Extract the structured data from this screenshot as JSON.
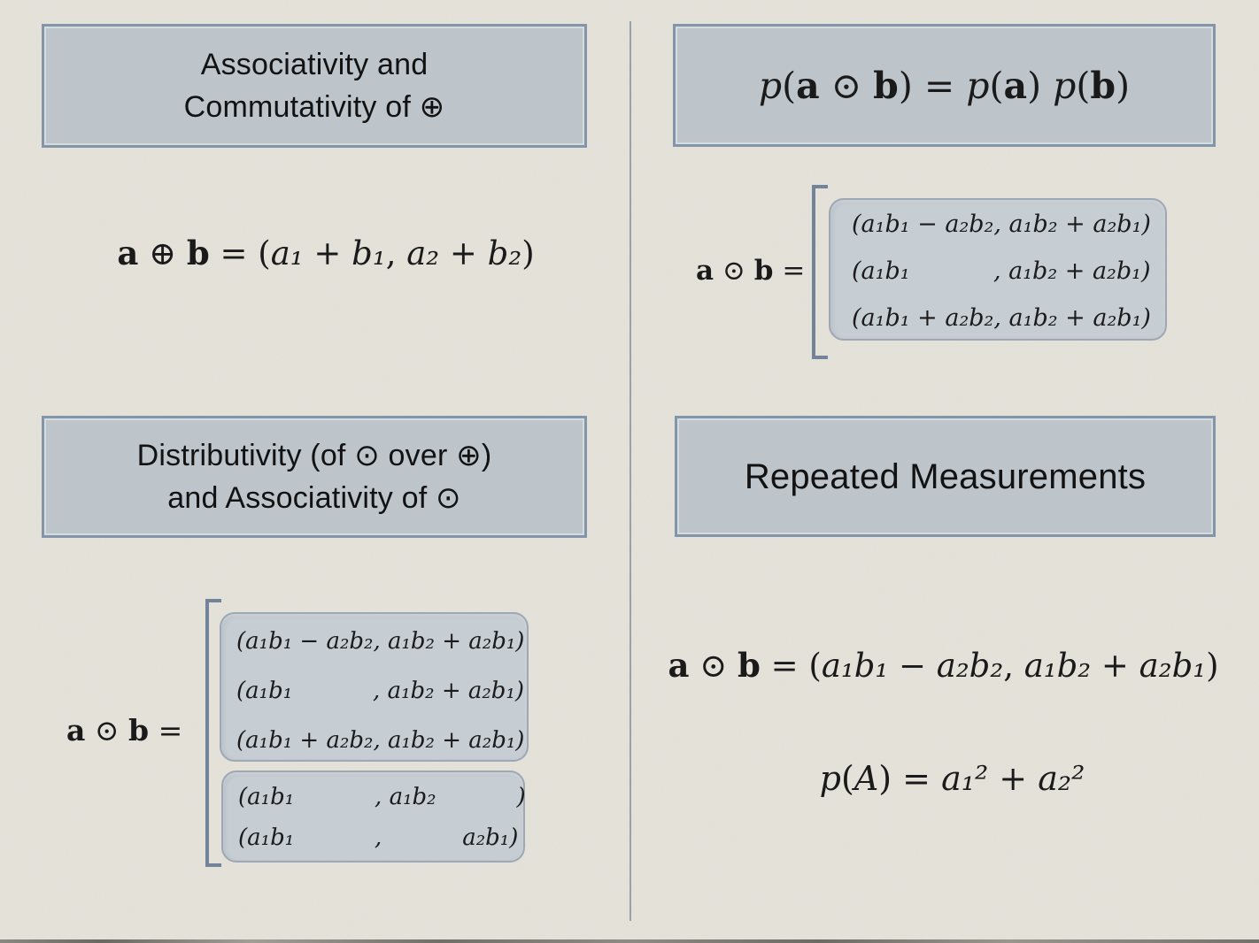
{
  "palette": {
    "paper_background": "#e5e2da",
    "panel_fill": "#bdc5cb",
    "panel_border": "#8395a8",
    "pill_fill": "#c6cdd3",
    "pill_border": "#9ca8b3",
    "bracket_color": "#73849a",
    "divider_color": "#9aa1a8",
    "text_color": "#121212"
  },
  "left": {
    "title1": {
      "lines": [
        "Associativity and",
        "Commutativity of ⊕"
      ]
    },
    "sum_formula": {
      "segments": [
        [
          "a",
          "bf"
        ],
        [
          " ⊕ ",
          "rm"
        ],
        [
          "b",
          "bf"
        ],
        [
          " = (",
          "rm"
        ],
        [
          "a₁",
          "it"
        ],
        [
          " + ",
          "rm"
        ],
        [
          "b₁",
          "it"
        ],
        [
          ", ",
          "rm"
        ],
        [
          "a₂",
          "it"
        ],
        [
          " + ",
          "rm"
        ],
        [
          "b₂",
          "it"
        ],
        [
          ")",
          "rm"
        ]
      ]
    },
    "title2": {
      "lines": [
        "Distributivity (of ⊙ over ⊕)",
        "and Associativity of ⊙"
      ]
    },
    "cases": {
      "label_segments": [
        [
          "a",
          "bf"
        ],
        [
          " ⊙ ",
          "rm"
        ],
        [
          "b",
          "bf"
        ],
        [
          " =",
          "rm"
        ]
      ],
      "box1_lines": [
        "(a₁b₁ − a₂b₂, a₁b₂ + a₂b₁)",
        "(a₁b₁           , a₁b₂ + a₂b₁)",
        "(a₁b₁ + a₂b₂, a₁b₂ + a₂b₁)"
      ],
      "box2_lines": [
        "(a₁b₁           , a₁b₂           )",
        "(a₁b₁           ,           a₂b₁)"
      ]
    }
  },
  "right": {
    "born_rule": {
      "segments": [
        [
          "p",
          "it"
        ],
        [
          "(",
          "rm"
        ],
        [
          "a",
          "bf"
        ],
        [
          " ⊙ ",
          "rm"
        ],
        [
          "b",
          "bf"
        ],
        [
          ") = ",
          "rm"
        ],
        [
          "p",
          "it"
        ],
        [
          "(",
          "rm"
        ],
        [
          "a",
          "bf"
        ],
        [
          ")",
          "rm"
        ],
        [
          " ",
          "rm"
        ],
        [
          "p",
          "it"
        ],
        [
          "(",
          "rm"
        ],
        [
          "b",
          "bf"
        ],
        [
          ")",
          "rm"
        ]
      ]
    },
    "cases": {
      "label_segments": [
        [
          "a",
          "bf"
        ],
        [
          " ⊙ ",
          "rm"
        ],
        [
          "b",
          "bf"
        ],
        [
          " =",
          "rm"
        ]
      ],
      "box1_lines": [
        "(a₁b₁ − a₂b₂, a₁b₂ + a₂b₁)",
        "(a₁b₁           , a₁b₂ + a₂b₁)",
        "(a₁b₁ + a₂b₂, a₁b₂ + a₂b₁)"
      ]
    },
    "title2": {
      "text": "Repeated Measurements"
    },
    "product_formula": {
      "segments": [
        [
          "a",
          "bf"
        ],
        [
          " ⊙ ",
          "rm"
        ],
        [
          "b",
          "bf"
        ],
        [
          " = (",
          "rm"
        ],
        [
          "a₁b₁",
          "it"
        ],
        [
          " − ",
          "rm"
        ],
        [
          "a₂b₂",
          "it"
        ],
        [
          ", ",
          "rm"
        ],
        [
          "a₁b₂",
          "it"
        ],
        [
          " + ",
          "rm"
        ],
        [
          "a₂b₁",
          "it"
        ],
        [
          ")",
          "rm"
        ]
      ]
    },
    "prob_formula": {
      "segments": [
        [
          "p",
          "it"
        ],
        [
          "(",
          "rm"
        ],
        [
          "A",
          "it"
        ],
        [
          ") = ",
          "rm"
        ],
        [
          "a₁²",
          "it"
        ],
        [
          " + ",
          "rm"
        ],
        [
          "a₂²",
          "it"
        ]
      ]
    }
  }
}
